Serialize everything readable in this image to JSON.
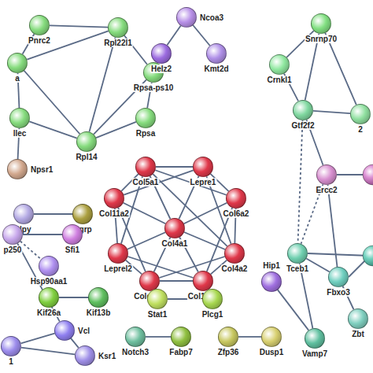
{
  "diagram": {
    "nodes": [
      {
        "text": [
          "Pnrc2"
        ]
      },
      {
        "text": [
          "Rpl22l1"
        ]
      },
      {
        "text": [
          "a"
        ]
      },
      {
        "text": [
          "Rpsa-ps10"
        ]
      },
      {
        "text": [
          "llec"
        ]
      },
      {
        "text": [
          "Rpsa"
        ]
      },
      {
        "text": [
          "Rpl14"
        ]
      },
      {
        "text": [
          "Npsr1"
        ]
      },
      {
        "text": [
          "Ncoa3"
        ]
      },
      {
        "text": [
          "Helz2"
        ]
      },
      {
        "text": [
          "Kmt2d"
        ]
      },
      {
        "text": [
          "Snrnp70"
        ]
      },
      {
        "text": [
          "Crnkl1"
        ]
      },
      {
        "text": [
          "Gtf2f2"
        ]
      },
      {
        "text": [
          "2"
        ]
      },
      {
        "text": [
          "Col5a1"
        ]
      },
      {
        "text": [
          "Lepre1"
        ]
      },
      {
        "text": [
          "Col11a2"
        ]
      },
      {
        "text": [
          "Col6a2"
        ]
      },
      {
        "text": [
          "Col4a1"
        ]
      },
      {
        "text": [
          "Leprel2"
        ]
      },
      {
        "text": [
          "Col4a2"
        ]
      },
      {
        "text": [
          "Colgalt1"
        ]
      },
      {
        "text": [
          "Col18a1"
        ]
      },
      {
        "text": [
          "Npy"
        ]
      },
      {
        "text": [
          "Agrp"
        ]
      },
      {
        "text": [
          "p250"
        ]
      },
      {
        "text": [
          "Sfi1"
        ]
      },
      {
        "text": [
          "Hsp90aa1"
        ]
      },
      {
        "text": [
          "Ercc2"
        ]
      },
      {
        "text": [
          "Hip1"
        ]
      },
      {
        "text": [
          "Tceb1"
        ]
      },
      {
        "text": [
          "Fbxo3"
        ]
      },
      {
        "text": [
          "Kif26a"
        ]
      },
      {
        "text": [
          "Kif13b"
        ]
      },
      {
        "text": [
          "Stat1"
        ]
      },
      {
        "text": [
          "Plcg1"
        ]
      },
      {
        "text": [
          "Vcl"
        ]
      },
      {
        "text": [
          "Ksr1"
        ]
      },
      {
        "text": [
          "1"
        ]
      },
      {
        "text": [
          "Notch3"
        ]
      },
      {
        "text": [
          "Fabp7"
        ]
      },
      {
        "text": [
          "Zfp36"
        ]
      },
      {
        "text": [
          "Dusp1"
        ]
      },
      {
        "text": [
          "Vamp7"
        ]
      },
      {
        "text": [
          "Zbt"
        ]
      }
    ],
    "edges": [
      {
        "from": 0,
        "to": 1,
        "arrow": "none"
      },
      {
        "from": 0,
        "to": 2,
        "arrow": "none"
      },
      {
        "from": 1,
        "to": 3,
        "arrow": "none"
      },
      {
        "from": 1,
        "to": 6,
        "arrow": "none"
      },
      {
        "from": 1,
        "to": 2,
        "arrow": "none"
      },
      {
        "from": 3,
        "to": 5,
        "arrow": "none"
      },
      {
        "from": 3,
        "to": 6,
        "arrow": "none"
      },
      {
        "from": 5,
        "to": 6,
        "arrow": "none"
      },
      {
        "from": 2,
        "to": 6,
        "arrow": "none"
      },
      {
        "from": 4,
        "to": 6,
        "arrow": "none"
      },
      {
        "from": 2,
        "to": 4,
        "arrow": "none"
      },
      {
        "from": 4,
        "to": 7,
        "arrow": "none"
      },
      {
        "from": 8,
        "to": 9,
        "arrow": "none"
      },
      {
        "from": 8,
        "to": 10,
        "arrow": "none"
      },
      {
        "from": 11,
        "to": 12,
        "arrow": "none"
      },
      {
        "from": 11,
        "to": 13,
        "arrow": "none"
      },
      {
        "from": 12,
        "to": 13,
        "arrow": "none"
      },
      {
        "from": 11,
        "to": 14,
        "arrow": "none"
      },
      {
        "from": 13,
        "to": 14,
        "arrow": "none"
      },
      {
        "from": 13,
        "to": 29,
        "arrow": "none"
      },
      {
        "from": 13,
        "to": 31,
        "arrow": "none"
      },
      {
        "from": 29,
        "to": 31,
        "arrow": "none"
      },
      {
        "from": 29,
        "to": 32,
        "arrow": "none"
      },
      {
        "from": 31,
        "to": 32,
        "arrow": "none"
      },
      {
        "from": 32,
        "to": 45,
        "arrow": "none"
      },
      {
        "from": 31,
        "to": 44,
        "arrow": "none"
      },
      {
        "from": 30,
        "to": 44,
        "arrow": "none"
      },
      {
        "from": 15,
        "to": 16,
        "arrow": "none"
      },
      {
        "from": 15,
        "to": 17,
        "arrow": "none"
      },
      {
        "from": 15,
        "to": 19,
        "arrow": "none"
      },
      {
        "from": 15,
        "to": 18,
        "arrow": "none"
      },
      {
        "from": 15,
        "to": 20,
        "arrow": "none"
      },
      {
        "from": 15,
        "to": 21,
        "arrow": "none"
      },
      {
        "from": 16,
        "to": 18,
        "arrow": "none"
      },
      {
        "from": 16,
        "to": 19,
        "arrow": "none"
      },
      {
        "from": 16,
        "to": 17,
        "arrow": "none"
      },
      {
        "from": 16,
        "to": 21,
        "arrow": "none"
      },
      {
        "from": 17,
        "to": 19,
        "arrow": "none"
      },
      {
        "from": 17,
        "to": 20,
        "arrow": "none"
      },
      {
        "from": 17,
        "to": 22,
        "arrow": "none"
      },
      {
        "from": 18,
        "to": 19,
        "arrow": "none"
      },
      {
        "from": 18,
        "to": 21,
        "arrow": "none"
      },
      {
        "from": 18,
        "to": 23,
        "arrow": "none"
      },
      {
        "from": 19,
        "to": 20,
        "arrow": "none"
      },
      {
        "from": 19,
        "to": 21,
        "arrow": "none"
      },
      {
        "from": 19,
        "to": 22,
        "arrow": "none"
      },
      {
        "from": 19,
        "to": 23,
        "arrow": "none"
      },
      {
        "from": 20,
        "to": 22,
        "arrow": "none"
      },
      {
        "from": 20,
        "to": 23,
        "arrow": "none"
      },
      {
        "from": 21,
        "to": 23,
        "arrow": "none"
      },
      {
        "from": 21,
        "to": 22,
        "arrow": "none"
      },
      {
        "from": 22,
        "to": 23,
        "arrow": "none"
      },
      {
        "from": 24,
        "to": 25,
        "arrow": "none"
      },
      {
        "from": 26,
        "to": 27,
        "arrow": "none"
      },
      {
        "from": 26,
        "to": 28,
        "arrow": "none"
      },
      {
        "from": 26,
        "to": 37,
        "arrow": "none"
      },
      {
        "from": 37,
        "to": 38,
        "arrow": "none"
      },
      {
        "from": 37,
        "to": 39,
        "arrow": "none"
      },
      {
        "from": 38,
        "to": 39,
        "arrow": "none"
      },
      {
        "from": 33,
        "to": 34,
        "arrow": "none"
      },
      {
        "from": 35,
        "to": 36,
        "arrow": "none"
      },
      {
        "from": 40,
        "to": 41,
        "arrow": "none"
      },
      {
        "from": 42,
        "to": 43,
        "arrow": "none"
      }
    ]
  }
}
